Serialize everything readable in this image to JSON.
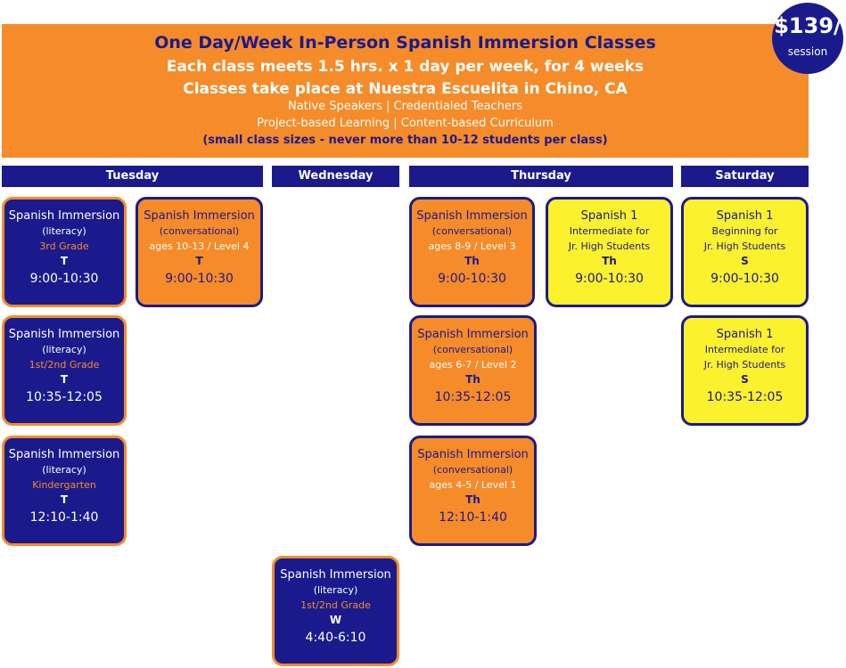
{
  "header": {
    "title": "One Day/Week In-Person Spanish Immersion Classes",
    "line2": "Each class meets 1.5 hrs. x 1 day per week, for 4 weeks",
    "line3": "Classes take place at Nuestra Escuelita in Chino, CA",
    "line4": "Native Speakers | Credentialed Teachers",
    "line5": "Project-based Learning | Content-based Curriculum",
    "line6": "(small class sizes - never more than 10-12 students per class)"
  },
  "price": {
    "amount": "$139/",
    "unit": "session"
  },
  "days": [
    "Tuesday",
    "Wednesday",
    "Thursday",
    "Saturday"
  ],
  "classes": [
    {
      "title": "Spanish Immersion",
      "type": "(literacy)",
      "level": "3rd Grade",
      "day": "T",
      "time": "9:00-10:30"
    },
    {
      "title": "Spanish Immersion",
      "type": "(conversational)",
      "level": "ages 10-13 / Level 4",
      "day": "T",
      "time": "9:00-10:30"
    },
    {
      "title": "Spanish Immersion",
      "type": "(literacy)",
      "level": "1st/2nd Grade",
      "day": "T",
      "time": "10:35-12:05"
    },
    {
      "title": "Spanish Immersion",
      "type": "(literacy)",
      "level": "Kindergarten",
      "day": "T",
      "time": "12:10-1:40"
    },
    {
      "title": "Spanish Immersion",
      "type": "(literacy)",
      "level": "1st/2nd Grade",
      "day": "W",
      "time": "4:40-6:10"
    },
    {
      "title": "Spanish Immersion",
      "type": "(conversational)",
      "level": "ages 8-9 / Level 3",
      "day": "Th",
      "time": "9:00-10:30"
    },
    {
      "title": "Spanish 1",
      "type": "Intermediate for",
      "level": "Jr. High Students",
      "day": "Th",
      "time": "9:00-10:30"
    },
    {
      "title": "Spanish Immersion",
      "type": "(conversational)",
      "level": "ages 6-7 / Level 2",
      "day": "Th",
      "time": "10:35-12:05"
    },
    {
      "title": "Spanish Immersion",
      "type": "(conversational)",
      "level": "ages 4-5 / Level 1",
      "day": "Th",
      "time": "12:10-1:40"
    },
    {
      "title": "Spanish 1",
      "type": "Beginning for",
      "level": "Jr. High Students",
      "day": "S",
      "time": "9:00-10:30"
    },
    {
      "title": "Spanish 1",
      "type": "Intermediate for",
      "level": "Jr. High Students",
      "day": "S",
      "time": "10:35-12:05"
    }
  ],
  "colors": {
    "navy": "#1b1a8c",
    "orange": "#f68b2a",
    "yellow": "#fbf12d"
  }
}
